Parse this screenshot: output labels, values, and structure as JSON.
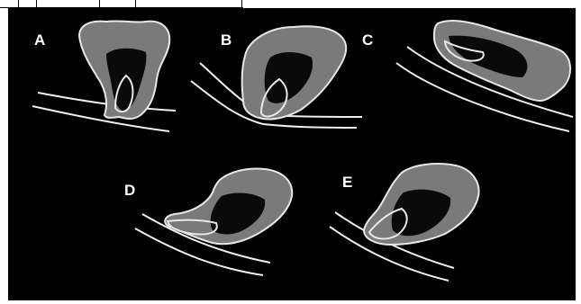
{
  "figure": {
    "panels": [
      {
        "id": "A",
        "label": "A"
      },
      {
        "id": "B",
        "label": "B"
      },
      {
        "id": "C",
        "label": "C"
      },
      {
        "id": "D",
        "label": "D"
      },
      {
        "id": "E",
        "label": "E"
      }
    ],
    "colors": {
      "background": "#000000",
      "tooth": "#7a7a7a",
      "outline": "#e8e8e8",
      "pulp": "#0a0a0a",
      "canal": "#9a9a9a",
      "lines": "#f0f0f0",
      "labels": "#ffffff"
    }
  }
}
